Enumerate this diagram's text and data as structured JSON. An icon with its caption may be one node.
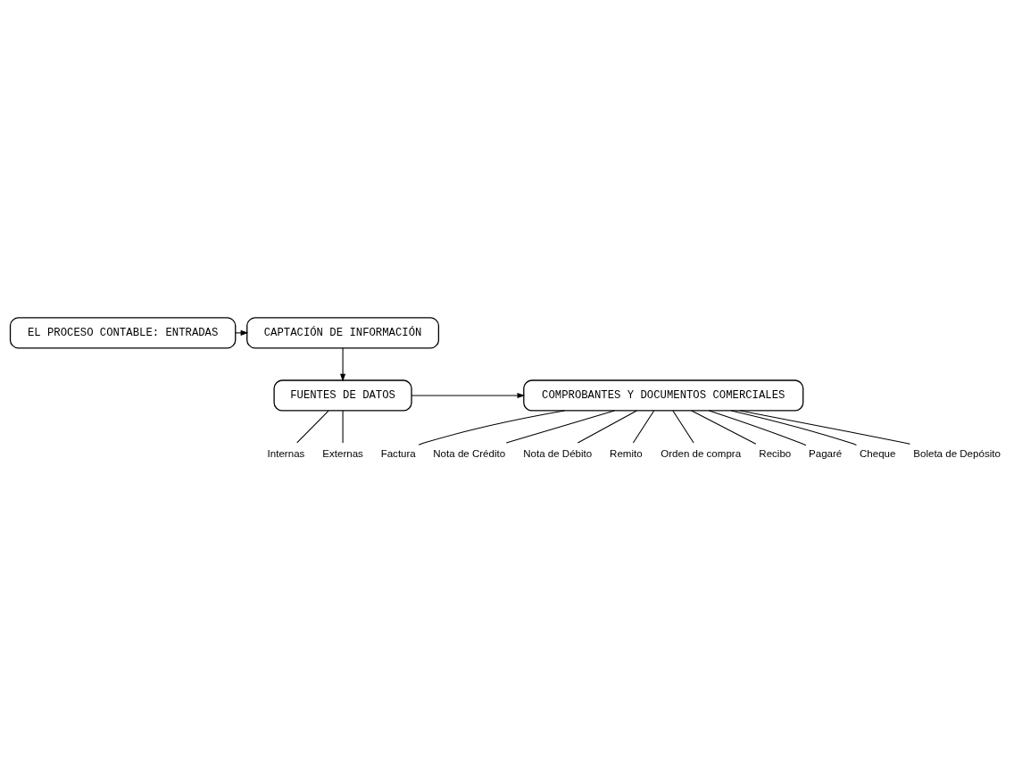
{
  "diagram": {
    "nodes": [
      {
        "text": [
          "EL PROCESO CONTABLE: ENTRADAS"
        ]
      },
      {
        "text": [
          "CAPTACIÓN DE INFORMACIÓN"
        ]
      },
      {
        "text": [
          "FUENTES DE DATOS"
        ]
      },
      {
        "text": [
          "COMPROBANTES Y DOCUMENTOS COMERCIALES"
        ]
      },
      {
        "text": [
          "Internas"
        ]
      },
      {
        "text": [
          "Externas"
        ]
      },
      {
        "text": [
          "Factura"
        ]
      },
      {
        "text": [
          "Nota de Crédito"
        ]
      },
      {
        "text": [
          "Nota de Débito"
        ]
      },
      {
        "text": [
          "Remito"
        ]
      },
      {
        "text": [
          "Orden de compra"
        ]
      },
      {
        "text": [
          "Recibo"
        ]
      },
      {
        "text": [
          "Pagaré"
        ]
      },
      {
        "text": [
          "Cheque"
        ]
      },
      {
        "text": [
          "Boleta de Depósito"
        ]
      }
    ],
    "edges": [
      {
        "from": 0,
        "to": 1,
        "arrow": "to"
      },
      {
        "from": 1,
        "to": 2,
        "arrow": "to"
      },
      {
        "from": 2,
        "to": 3,
        "arrow": "to"
      },
      {
        "from": 2,
        "to": 4,
        "arrow": "none"
      },
      {
        "from": 2,
        "to": 5,
        "arrow": "none"
      },
      {
        "from": 3,
        "to": 6,
        "arrow": "none"
      },
      {
        "from": 3,
        "to": 7,
        "arrow": "none"
      },
      {
        "from": 3,
        "to": 8,
        "arrow": "none"
      },
      {
        "from": 3,
        "to": 9,
        "arrow": "none"
      },
      {
        "from": 3,
        "to": 10,
        "arrow": "none"
      },
      {
        "from": 3,
        "to": 11,
        "arrow": "none"
      },
      {
        "from": 3,
        "to": 12,
        "arrow": "none"
      },
      {
        "from": 3,
        "to": 13,
        "arrow": "none"
      },
      {
        "from": 3,
        "to": 14,
        "arrow": "none"
      }
    ]
  }
}
